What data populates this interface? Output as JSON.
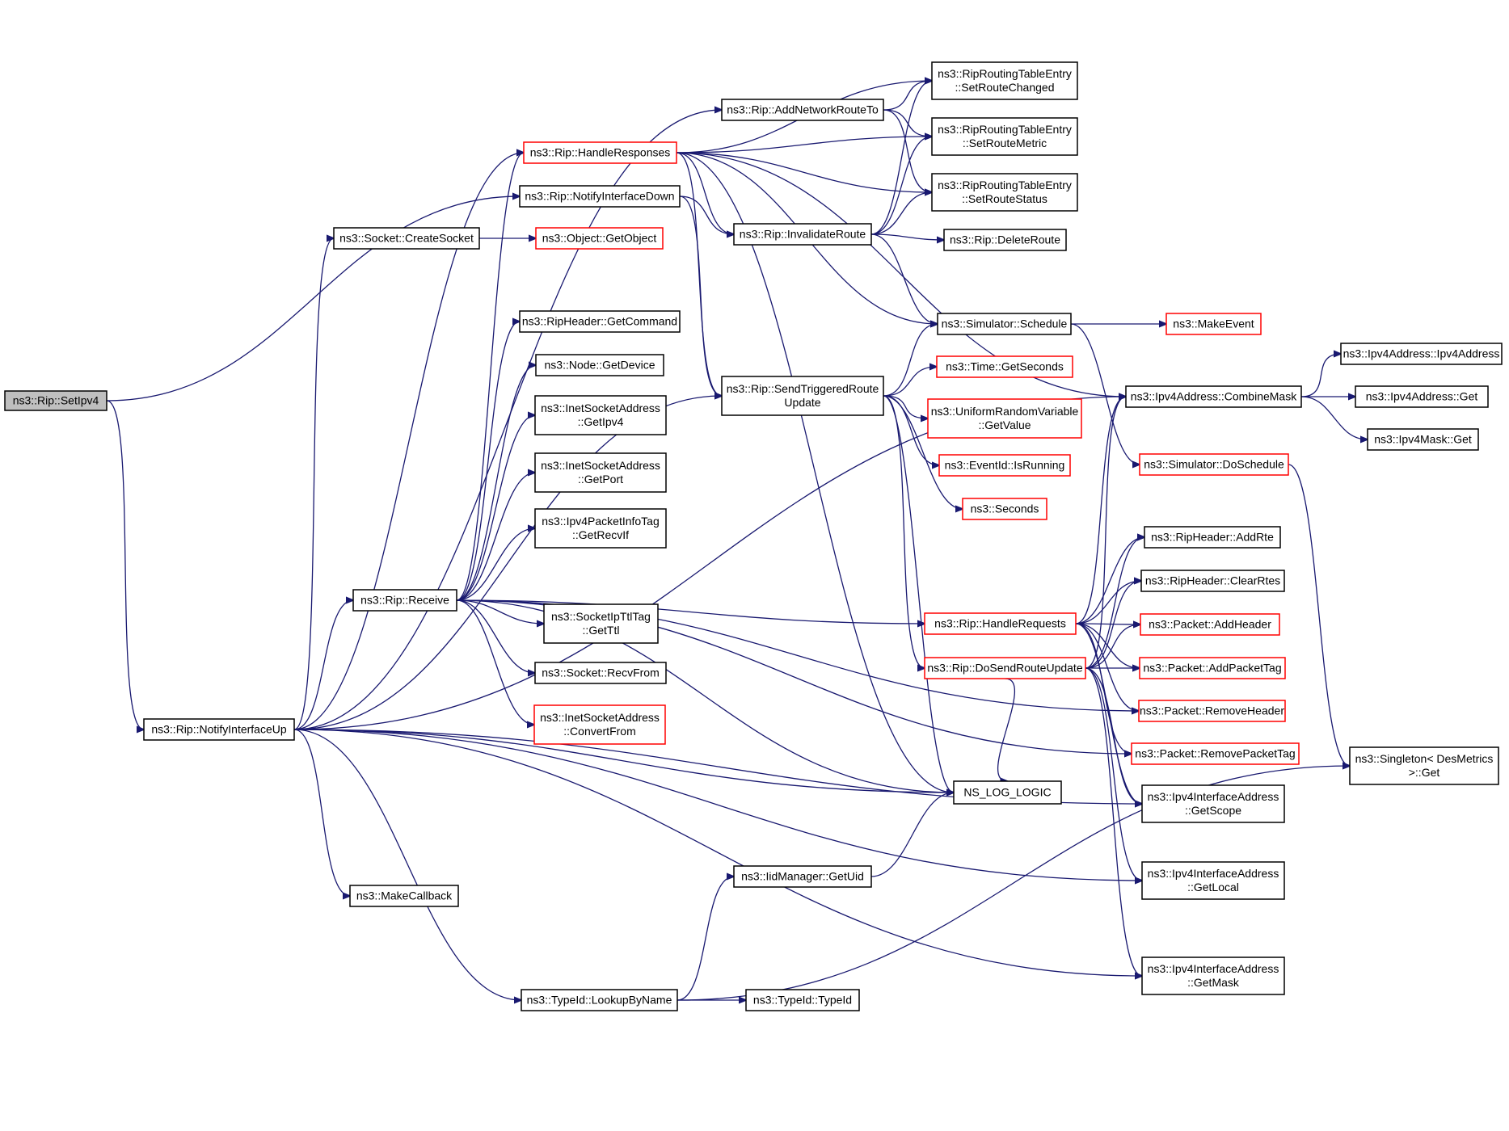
{
  "colors": {
    "edge": "#191970",
    "border_default": "#000000",
    "border_truncated": "#ff0000",
    "fill_default": "#ffffff",
    "fill_root": "#bfbfbf"
  },
  "nodes": [
    {
      "id": "setipv4",
      "lines": [
        "ns3::Rip::SetIpv4"
      ],
      "style": "root"
    },
    {
      "id": "notifyup",
      "lines": [
        "ns3::Rip::NotifyInterfaceUp"
      ],
      "style": "default"
    },
    {
      "id": "notifydown",
      "lines": [
        "ns3::Rip::NotifyInterfaceDown"
      ],
      "style": "default"
    },
    {
      "id": "handleresponses",
      "lines": [
        "ns3::Rip::HandleResponses"
      ],
      "style": "truncated"
    },
    {
      "id": "createsocket",
      "lines": [
        "ns3::Socket::CreateSocket"
      ],
      "style": "default"
    },
    {
      "id": "getobject",
      "lines": [
        "ns3::Object::GetObject"
      ],
      "style": "truncated"
    },
    {
      "id": "receive",
      "lines": [
        "ns3::Rip::Receive"
      ],
      "style": "default"
    },
    {
      "id": "getcommand",
      "lines": [
        "ns3::RipHeader::GetCommand"
      ],
      "style": "default"
    },
    {
      "id": "getdevice",
      "lines": [
        "ns3::Node::GetDevice"
      ],
      "style": "default"
    },
    {
      "id": "getipv4",
      "lines": [
        "ns3::InetSocketAddress",
        "::GetIpv4"
      ],
      "style": "default"
    },
    {
      "id": "getport",
      "lines": [
        "ns3::InetSocketAddress",
        "::GetPort"
      ],
      "style": "default"
    },
    {
      "id": "getrecvif",
      "lines": [
        "ns3::Ipv4PacketInfoTag",
        "::GetRecvIf"
      ],
      "style": "default"
    },
    {
      "id": "getttl",
      "lines": [
        "ns3::SocketIpTtlTag",
        "::GetTtl"
      ],
      "style": "default"
    },
    {
      "id": "recvfrom",
      "lines": [
        "ns3::Socket::RecvFrom"
      ],
      "style": "default"
    },
    {
      "id": "convertfrom",
      "lines": [
        "ns3::InetSocketAddress",
        "::ConvertFrom"
      ],
      "style": "truncated"
    },
    {
      "id": "makecallback",
      "lines": [
        "ns3::MakeCallback"
      ],
      "style": "default"
    },
    {
      "id": "lookupbyname",
      "lines": [
        "ns3::TypeId::LookupByName"
      ],
      "style": "default"
    },
    {
      "id": "typeid",
      "lines": [
        "ns3::TypeId::TypeId"
      ],
      "style": "default"
    },
    {
      "id": "getuid",
      "lines": [
        "ns3::IidManager::GetUid"
      ],
      "style": "default"
    },
    {
      "id": "addnetworkroute",
      "lines": [
        "ns3::Rip::AddNetworkRouteTo"
      ],
      "style": "default"
    },
    {
      "id": "invalidateroute",
      "lines": [
        "ns3::Rip::InvalidateRoute"
      ],
      "style": "default"
    },
    {
      "id": "sendtriggered",
      "lines": [
        "ns3::Rip::SendTriggeredRoute",
        "Update"
      ],
      "style": "default"
    },
    {
      "id": "nslog",
      "lines": [
        "NS_LOG_LOGIC"
      ],
      "style": "default"
    },
    {
      "id": "setroutechanged",
      "lines": [
        "ns3::RipRoutingTableEntry",
        "::SetRouteChanged"
      ],
      "style": "default"
    },
    {
      "id": "setroutemetric",
      "lines": [
        "ns3::RipRoutingTableEntry",
        "::SetRouteMetric"
      ],
      "style": "default"
    },
    {
      "id": "setroutestatus",
      "lines": [
        "ns3::RipRoutingTableEntry",
        "::SetRouteStatus"
      ],
      "style": "default"
    },
    {
      "id": "deleteroute",
      "lines": [
        "ns3::Rip::DeleteRoute"
      ],
      "style": "default"
    },
    {
      "id": "schedule",
      "lines": [
        "ns3::Simulator::Schedule"
      ],
      "style": "default"
    },
    {
      "id": "getseconds",
      "lines": [
        "ns3::Time::GetSeconds"
      ],
      "style": "truncated"
    },
    {
      "id": "getvalue",
      "lines": [
        "ns3::UniformRandomVariable",
        "::GetValue"
      ],
      "style": "truncated"
    },
    {
      "id": "isrunning",
      "lines": [
        "ns3::EventId::IsRunning"
      ],
      "style": "truncated"
    },
    {
      "id": "seconds",
      "lines": [
        "ns3::Seconds"
      ],
      "style": "truncated"
    },
    {
      "id": "handlerequests",
      "lines": [
        "ns3::Rip::HandleRequests"
      ],
      "style": "truncated"
    },
    {
      "id": "dosendroute",
      "lines": [
        "ns3::Rip::DoSendRouteUpdate"
      ],
      "style": "truncated"
    },
    {
      "id": "makeevent",
      "lines": [
        "ns3::MakeEvent"
      ],
      "style": "truncated"
    },
    {
      "id": "combinemask",
      "lines": [
        "ns3::Ipv4Address::CombineMask"
      ],
      "style": "default"
    },
    {
      "id": "doschedule",
      "lines": [
        "ns3::Simulator::DoSchedule"
      ],
      "style": "truncated"
    },
    {
      "id": "addrte",
      "lines": [
        "ns3::RipHeader::AddRte"
      ],
      "style": "default"
    },
    {
      "id": "clearrtes",
      "lines": [
        "ns3::RipHeader::ClearRtes"
      ],
      "style": "default"
    },
    {
      "id": "addheader",
      "lines": [
        "ns3::Packet::AddHeader"
      ],
      "style": "truncated"
    },
    {
      "id": "addpackettag",
      "lines": [
        "ns3::Packet::AddPacketTag"
      ],
      "style": "truncated"
    },
    {
      "id": "removeheader",
      "lines": [
        "ns3::Packet::RemoveHeader"
      ],
      "style": "truncated"
    },
    {
      "id": "removepackettag",
      "lines": [
        "ns3::Packet::RemovePacketTag"
      ],
      "style": "truncated"
    },
    {
      "id": "getscope",
      "lines": [
        "ns3::Ipv4InterfaceAddress",
        "::GetScope"
      ],
      "style": "default"
    },
    {
      "id": "getlocal",
      "lines": [
        "ns3::Ipv4InterfaceAddress",
        "::GetLocal"
      ],
      "style": "default"
    },
    {
      "id": "getmask",
      "lines": [
        "ns3::Ipv4InterfaceAddress",
        "::GetMask"
      ],
      "style": "default"
    },
    {
      "id": "ipv4addressctor",
      "lines": [
        "ns3::Ipv4Address::Ipv4Address"
      ],
      "style": "default"
    },
    {
      "id": "ipv4addressget",
      "lines": [
        "ns3::Ipv4Address::Get"
      ],
      "style": "default"
    },
    {
      "id": "ipv4maskget",
      "lines": [
        "ns3::Ipv4Mask::Get"
      ],
      "style": "default"
    },
    {
      "id": "singletonget",
      "lines": [
        "ns3::Singleton< DesMetrics",
        " >::Get"
      ],
      "style": "default"
    }
  ],
  "edges": [
    [
      "setipv4",
      "notifyup"
    ],
    [
      "setipv4",
      "notifydown"
    ],
    [
      "notifyup",
      "combinemask"
    ],
    [
      "notifyup",
      "addnetworkroute"
    ],
    [
      "notifyup",
      "handleresponses"
    ],
    [
      "notifyup",
      "createsocket"
    ],
    [
      "notifyup",
      "sendtriggered"
    ],
    [
      "notifyup",
      "receive"
    ],
    [
      "notifyup",
      "nslog"
    ],
    [
      "notifyup",
      "makecallback"
    ],
    [
      "notifyup",
      "lookupbyname"
    ],
    [
      "notifyup",
      "getscope"
    ],
    [
      "notifyup",
      "getlocal"
    ],
    [
      "notifyup",
      "getmask"
    ],
    [
      "notifydown",
      "invalidateroute"
    ],
    [
      "notifydown",
      "sendtriggered"
    ],
    [
      "createsocket",
      "getobject"
    ],
    [
      "handleresponses",
      "setroutechanged"
    ],
    [
      "handleresponses",
      "setroutemetric"
    ],
    [
      "handleresponses",
      "setroutestatus"
    ],
    [
      "handleresponses",
      "invalidateroute"
    ],
    [
      "handleresponses",
      "schedule"
    ],
    [
      "handleresponses",
      "sendtriggered"
    ],
    [
      "handleresponses",
      "combinemask"
    ],
    [
      "handleresponses",
      "nslog"
    ],
    [
      "addnetworkroute",
      "setroutechanged"
    ],
    [
      "addnetworkroute",
      "setroutemetric"
    ],
    [
      "addnetworkroute",
      "setroutestatus"
    ],
    [
      "invalidateroute",
      "setroutechanged"
    ],
    [
      "invalidateroute",
      "setroutemetric"
    ],
    [
      "invalidateroute",
      "setroutestatus"
    ],
    [
      "invalidateroute",
      "deleteroute"
    ],
    [
      "invalidateroute",
      "schedule"
    ],
    [
      "receive",
      "getcommand"
    ],
    [
      "receive",
      "getdevice"
    ],
    [
      "receive",
      "getipv4"
    ],
    [
      "receive",
      "getport"
    ],
    [
      "receive",
      "getrecvif"
    ],
    [
      "receive",
      "getttl"
    ],
    [
      "receive",
      "recvfrom"
    ],
    [
      "receive",
      "convertfrom"
    ],
    [
      "receive",
      "handlerequests"
    ],
    [
      "receive",
      "handleresponses"
    ],
    [
      "receive",
      "nslog"
    ],
    [
      "receive",
      "removeheader"
    ],
    [
      "receive",
      "removepackettag"
    ],
    [
      "sendtriggered",
      "schedule"
    ],
    [
      "sendtriggered",
      "getseconds"
    ],
    [
      "sendtriggered",
      "getvalue"
    ],
    [
      "sendtriggered",
      "isrunning"
    ],
    [
      "sendtriggered",
      "seconds"
    ],
    [
      "sendtriggered",
      "dosendroute"
    ],
    [
      "sendtriggered",
      "nslog"
    ],
    [
      "schedule",
      "makeevent"
    ],
    [
      "schedule",
      "doschedule"
    ],
    [
      "doschedule",
      "singletonget"
    ],
    [
      "combinemask",
      "ipv4addressctor"
    ],
    [
      "combinemask",
      "ipv4addressget"
    ],
    [
      "combinemask",
      "ipv4maskget"
    ],
    [
      "handlerequests",
      "combinemask"
    ],
    [
      "handlerequests",
      "addrte"
    ],
    [
      "handlerequests",
      "clearrtes"
    ],
    [
      "handlerequests",
      "addheader"
    ],
    [
      "handlerequests",
      "addpackettag"
    ],
    [
      "handlerequests",
      "removeheader"
    ],
    [
      "handlerequests",
      "removepackettag"
    ],
    [
      "handlerequests",
      "getscope"
    ],
    [
      "dosendroute",
      "combinemask"
    ],
    [
      "dosendroute",
      "addrte"
    ],
    [
      "dosendroute",
      "clearrtes"
    ],
    [
      "dosendroute",
      "addheader"
    ],
    [
      "dosendroute",
      "addpackettag"
    ],
    [
      "dosendroute",
      "nslog"
    ],
    [
      "dosendroute",
      "getscope"
    ],
    [
      "dosendroute",
      "getlocal"
    ],
    [
      "dosendroute",
      "getmask"
    ],
    [
      "lookupbyname",
      "getuid"
    ],
    [
      "lookupbyname",
      "typeid"
    ],
    [
      "lookupbyname",
      "singletonget"
    ],
    [
      "getuid",
      "nslog"
    ]
  ]
}
